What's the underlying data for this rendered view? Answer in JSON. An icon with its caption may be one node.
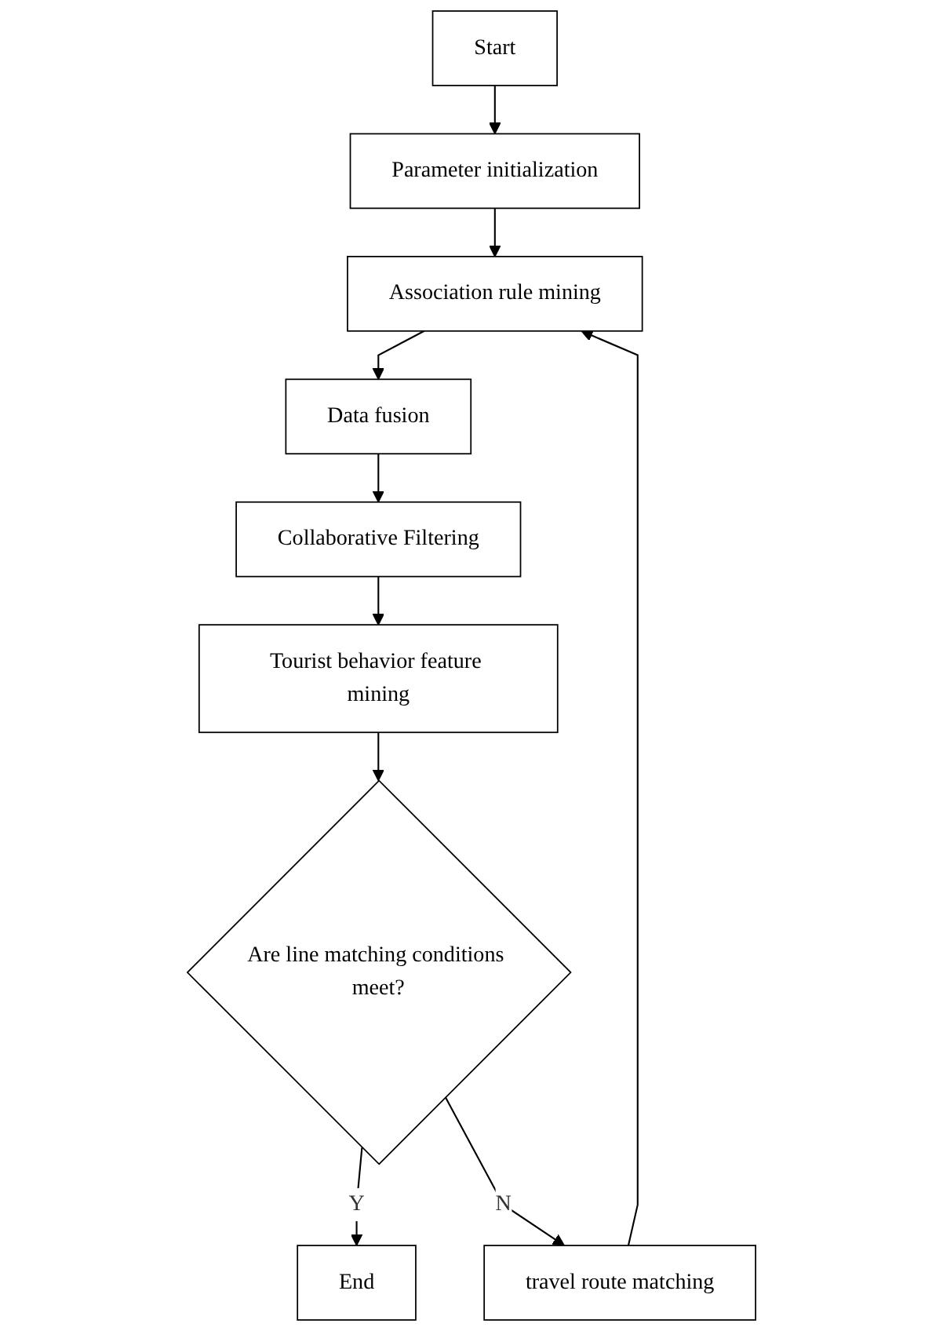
{
  "diagram": {
    "nodes": [
      {
        "text": [
          "Start"
        ]
      },
      {
        "text": [
          "Parameter initialization"
        ]
      },
      {
        "text": [
          "Association rule mining"
        ]
      },
      {
        "text": [
          "Data fusion"
        ]
      },
      {
        "text": [
          "Collaborative Filtering"
        ]
      },
      {
        "text": [
          "Tourist behavior feature mining"
        ]
      },
      {
        "text": [
          "Are line matching conditions meet?"
        ]
      },
      {
        "text": [
          "End"
        ]
      },
      {
        "text": [
          "travel route matching"
        ]
      }
    ],
    "edges": [
      {
        "from": 0,
        "to": 1,
        "arrow": "to"
      },
      {
        "from": 1,
        "to": 2,
        "arrow": "to"
      },
      {
        "from": 2,
        "to": 3,
        "arrow": "to"
      },
      {
        "from": 3,
        "to": 4,
        "arrow": "to"
      },
      {
        "from": 4,
        "to": 5,
        "arrow": "to"
      },
      {
        "from": 5,
        "to": 6,
        "arrow": "to"
      },
      {
        "from": 6,
        "to": 7,
        "arrow": "to",
        "label": "Y"
      },
      {
        "from": 6,
        "to": 8,
        "arrow": "to",
        "label": "N"
      },
      {
        "from": 8,
        "to": 2,
        "arrow": "to"
      }
    ]
  }
}
